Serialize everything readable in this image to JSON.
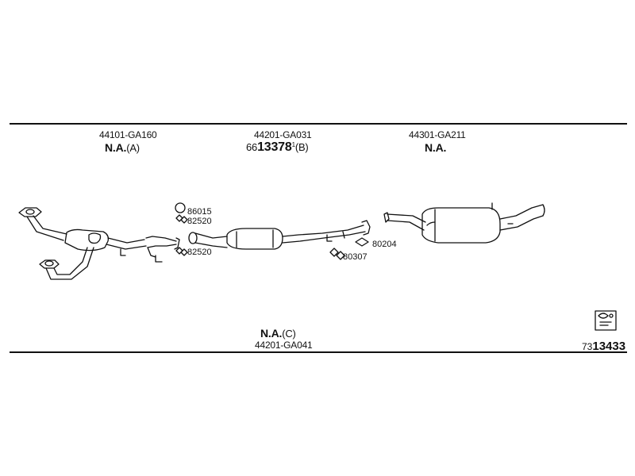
{
  "header": {
    "col1_part": "44101-GA160",
    "col1_na": "N.A.",
    "col1_note": "(A)",
    "col2_part": "44201-GA031",
    "col2_prefix": "66",
    "col2_num": "13378",
    "col2_sup": "1",
    "col2_note": "(B)",
    "col3_part": "44301-GA211",
    "col3_na": "N.A."
  },
  "footer": {
    "na": "N.A.",
    "note": "(C)",
    "part": "44201-GA041"
  },
  "parts": {
    "p1": "86015",
    "p2": "82520",
    "p3": "82520",
    "p4": "80204",
    "p5": "80307"
  },
  "drawing_number": {
    "prefix": "73",
    "num": "13433"
  },
  "icons": [
    "pipe-icon",
    "muffler-icon",
    "catalytic-converter-icon",
    "gasket-icon",
    "clamp-icon",
    "logo-icon"
  ]
}
